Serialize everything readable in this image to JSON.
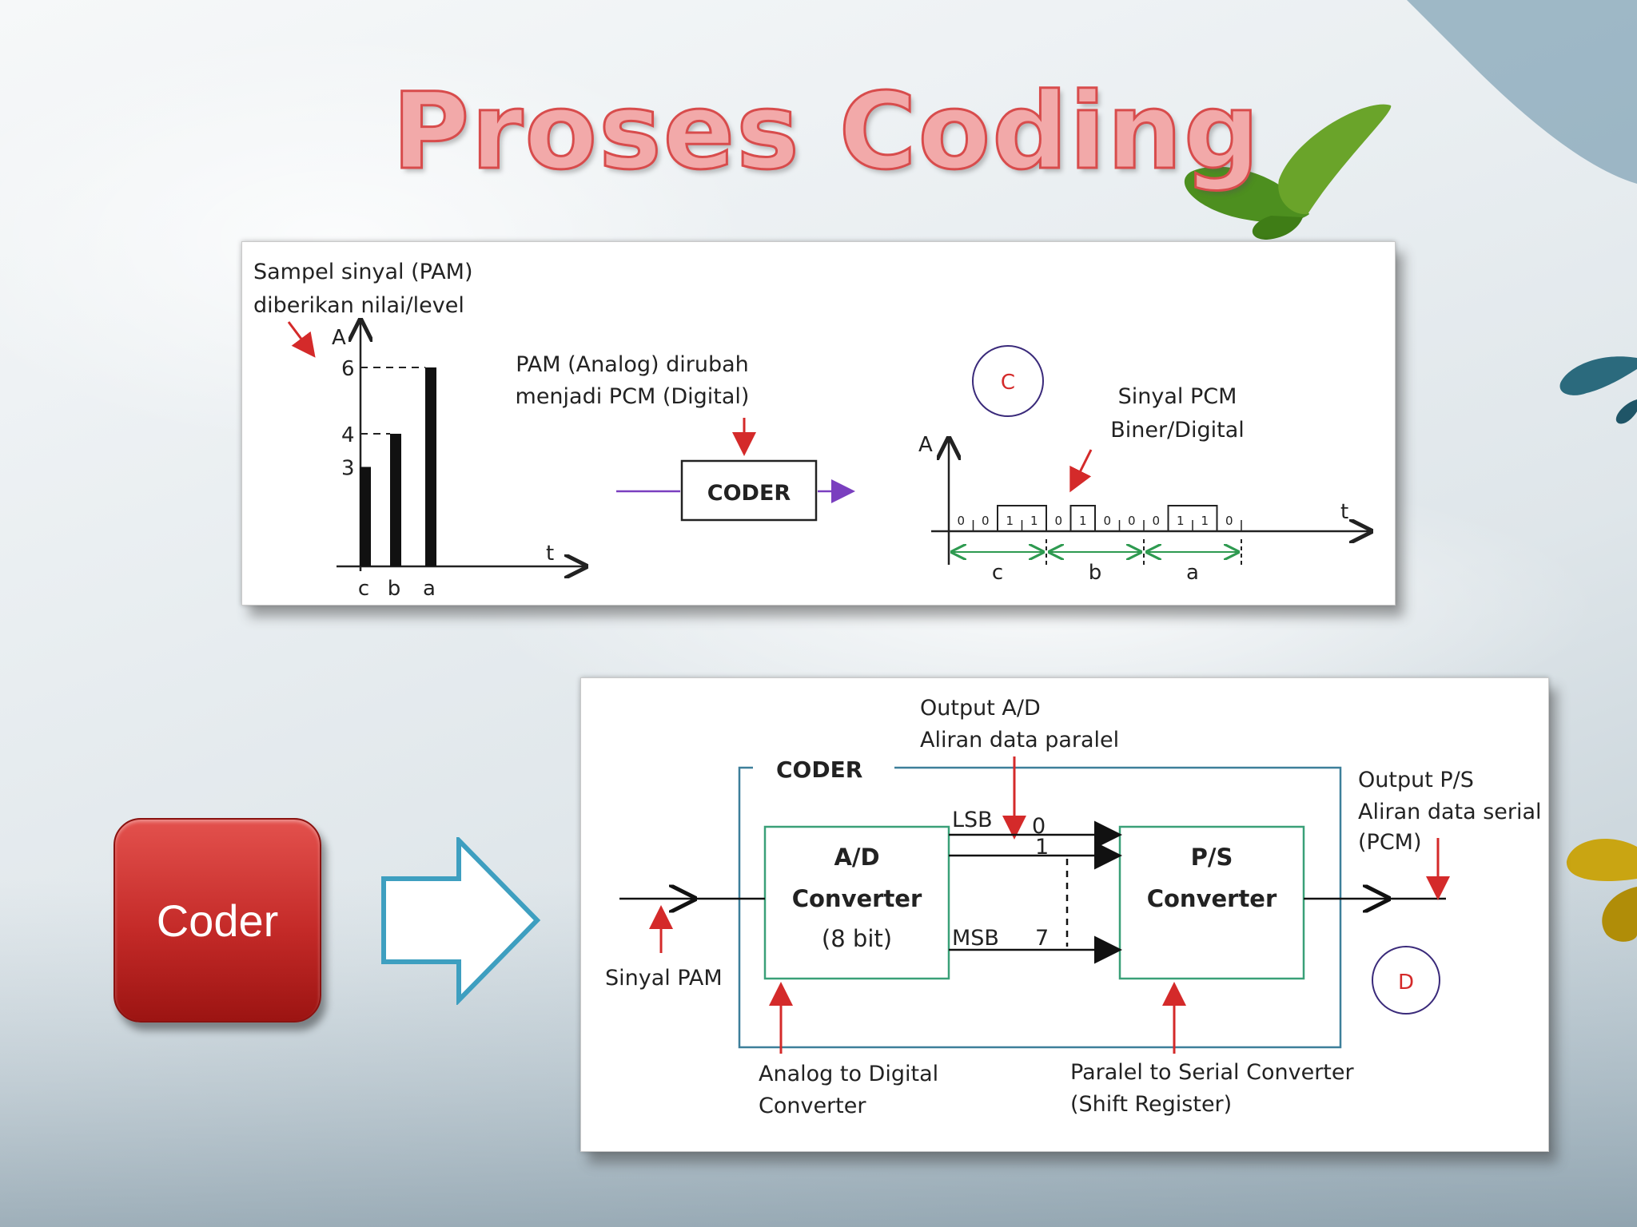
{
  "slide": {
    "title": "Proses Coding",
    "coder_button": "Coder"
  },
  "top_diagram": {
    "sample_note_line1": "Sampel sinyal (PAM)",
    "sample_note_line2": "diberikan nilai/level",
    "axis_a": "A",
    "axis_t": "t",
    "levels": [
      "6",
      "4",
      "3"
    ],
    "bars": [
      {
        "label": "c",
        "value": 3
      },
      {
        "label": "b",
        "value": 4
      },
      {
        "label": "a",
        "value": 6
      }
    ],
    "coder_note_line1": "PAM (Analog) dirubah",
    "coder_note_line2": "menjadi PCM (Digital)",
    "coder_box": "CODER",
    "marker_c": "C",
    "pcm_note_line1": "Sinyal PCM",
    "pcm_note_line2": "Biner/Digital",
    "pcm_axis_a": "A",
    "pcm_axis_t": "t",
    "bits": [
      "0",
      "0",
      "1",
      "1",
      "0",
      "1",
      "0",
      "0",
      "0",
      "1",
      "1",
      "0"
    ],
    "groups": [
      "c",
      "b",
      "a"
    ]
  },
  "bottom_diagram": {
    "output_ad_line1": "Output A/D",
    "output_ad_line2": "Aliran data paralel",
    "coder_label": "CODER",
    "lsb": "LSB",
    "msb": "MSB",
    "bit0": "0",
    "bit1": "1",
    "bit7": "7",
    "ad_line1": "A/D",
    "ad_line2": "Converter",
    "ad_line3": "(8 bit)",
    "ps_line1": "P/S",
    "ps_line2": "Converter",
    "output_ps_line1": "Output P/S",
    "output_ps_line2": "Aliran data serial",
    "output_ps_line3": "(PCM)",
    "sinyal_pam": "Sinyal PAM",
    "marker_d": "D",
    "adc_note_line1": "Analog to Digital",
    "adc_note_line2": "Converter",
    "ps_note_line1": "Paralel to Serial Converter",
    "ps_note_line2": "(Shift Register)"
  },
  "colors": {
    "accent_red": "#d42a2a",
    "converter_green": "#3aa078",
    "coder_frame": "#3d7f9a",
    "output_arrow_purple": "#7a3fbf",
    "timeline_green": "#2e9a50"
  }
}
